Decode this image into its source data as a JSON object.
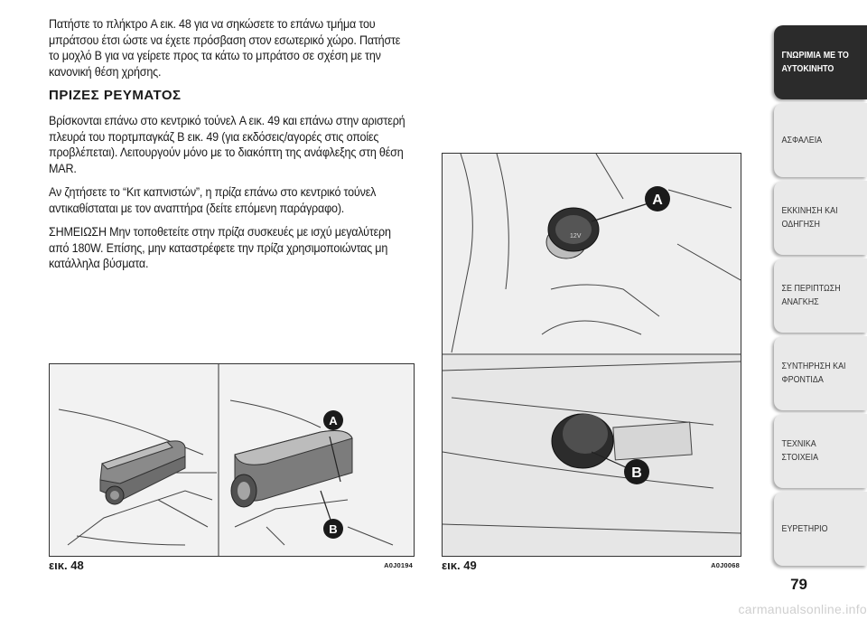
{
  "text": {
    "para1": "Πατήστε το πλήκτρο A εικ. 48 για να σηκώσετε το επάνω τμήμα του μπράτσου έτσι ώστε να έχετε πρόσβαση στον εσωτερικό χώρο. Πατήστε το μοχλό B για να γείρετε προς τα κάτω το μπράτσο σε σχέση με την κανονική θέση χρήσης.",
    "heading": "ΠΡΙΖΕΣ ΡΕΥΜΑΤΟΣ",
    "para2": "Βρίσκονται επάνω στο κεντρικό τούνελ A εικ. 49 και επάνω στην αριστερή πλευρά του πορτμπαγκάζ B εικ. 49 (για εκδόσεις/αγορές στις οποίες προβλέπεται). Λειτουργούν μόνο με το διακόπτη της ανάφλεξης στη θέση MAR.",
    "para3": "Αν ζητήσετε το “Κιτ καπνιστών”, η πρίζα επάνω στο κεντρικό τούνελ αντικαθίσταται με τον αναπτήρα (δείτε επόμενη παράγραφο).",
    "para4": "ΣΗΜΕΙΩΣΗ Μην τοποθετείτε στην πρίζα συσκευές με ισχύ μεγαλύτερη από 180W. Επίσης, μην καταστρέφετε την πρίζα χρησιμοποιώντας μη κατάλληλα βύσματα."
  },
  "figures": {
    "fig48": {
      "label": "εικ. 48",
      "code": "A0J0194",
      "callout_a": "A",
      "callout_b": "B"
    },
    "fig49": {
      "label": "εικ. 49",
      "code": "A0J0068",
      "callout_a": "A",
      "callout_b": "B",
      "socket_text": "12V"
    }
  },
  "tabs": [
    {
      "label": "ΓΝΩΡΙΜΙΑ ΜΕ ΤΟ\nΑΥΤΟΚΙΝΗΤΟ",
      "active": true
    },
    {
      "label": "ΑΣΦΑΛΕΙΑ",
      "active": false
    },
    {
      "label": "ΕΚΚΙΝΗΣΗ ΚΑΙ\nΟΔΗΓΗΣΗ",
      "active": false
    },
    {
      "label": "ΣΕ ΠΕΡΙΠΤΩΣΗ\nΑΝΑΓΚΗΣ",
      "active": false
    },
    {
      "label": "ΣΥΝΤΗΡΗΣΗ ΚΑΙ\nΦΡΟΝΤΙΔΑ",
      "active": false
    },
    {
      "label": "ΤΕΧΝΙΚΑ ΣΤΟΙΧΕΙΑ",
      "active": false
    },
    {
      "label": "ΕΥΡΕΤΗΡΙΟ",
      "active": false
    }
  ],
  "page_number": "79",
  "watermark": "carmanualsonline.info",
  "colors": {
    "active_tab": "#2b2b2b",
    "inactive_tab": "#e9e9e9",
    "callout": "#1a1a1a"
  }
}
